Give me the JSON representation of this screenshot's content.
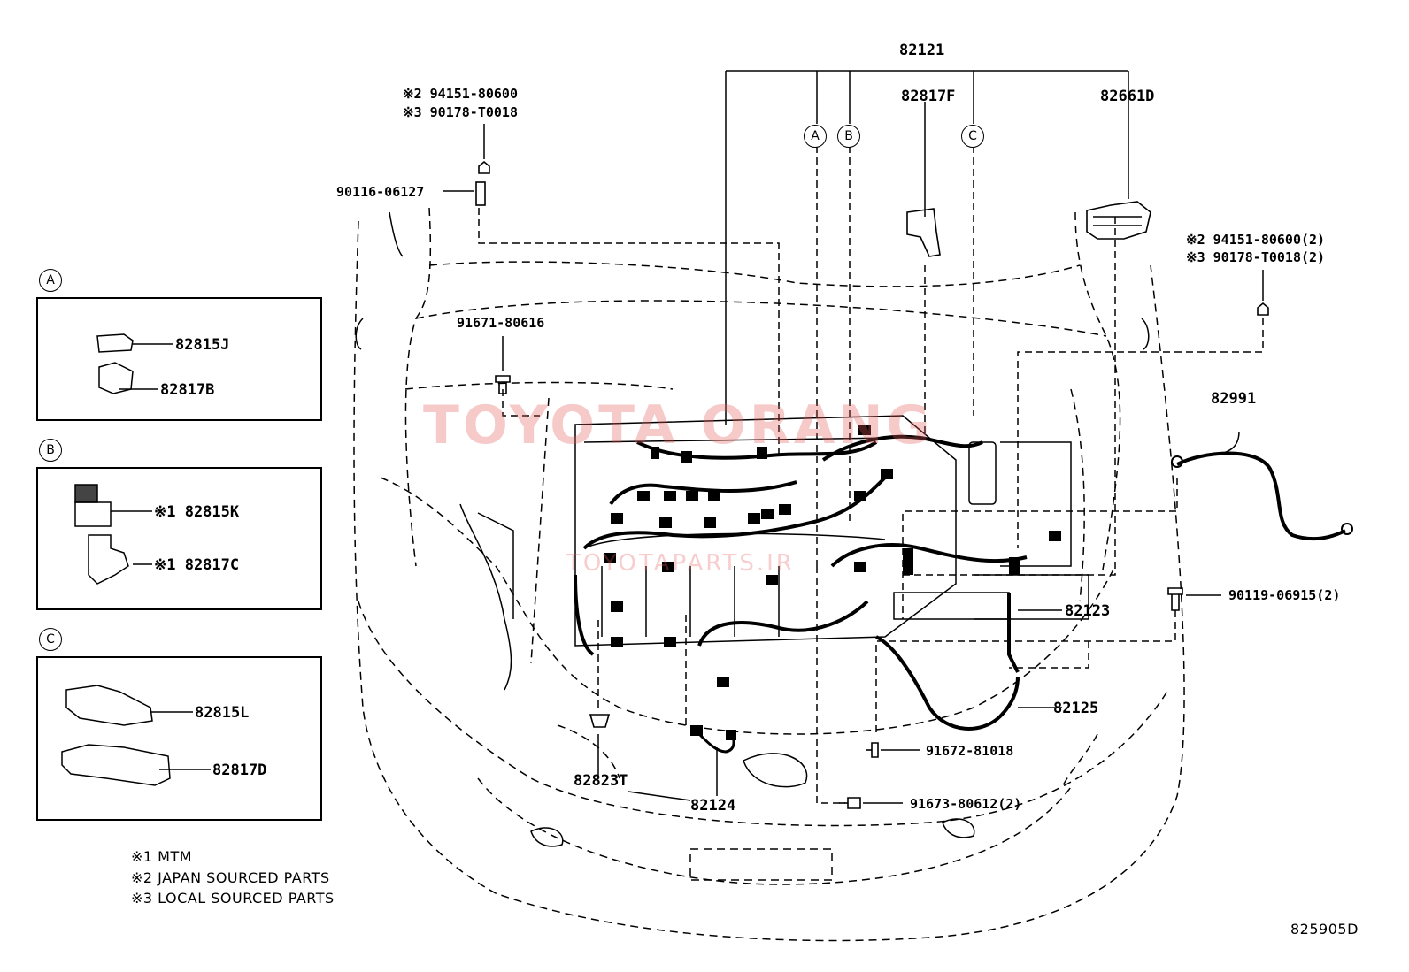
{
  "diagram": {
    "id_code": "825905D",
    "watermark": "TOYOTA ORANG",
    "watermark_sub": "TOYOTAPARTS.IR",
    "sections": [
      {
        "key": "A",
        "parts": [
          "82815J",
          "82817B"
        ]
      },
      {
        "key": "B",
        "parts": [
          "※1 82815K",
          "※1 82817C"
        ]
      },
      {
        "key": "C",
        "parts": [
          "82815L",
          "82817D"
        ]
      }
    ],
    "callouts": {
      "c82121": "82121",
      "c82817F": "82817F",
      "c82661D": "82661D",
      "nut_top_a": "※2 94151-80600",
      "nut_top_b": "※3 90178-T0018",
      "stud": "90116-06127",
      "bolt_91671": "91671-80616",
      "nut_right_a": "※2 94151-80600(2)",
      "nut_right_b": "※3 90178-T0018(2)",
      "c82991": "82991",
      "bolt_90119": "90119-06915(2)",
      "c82123": "82123",
      "c82125": "82125",
      "bolt_91672": "91672-81018",
      "bolt_91673": "91673-80612(2)",
      "c82823T": "82823T",
      "c82124": "82124",
      "ref_A": "A",
      "ref_B": "B",
      "ref_C": "C"
    },
    "notes": [
      "※1 MTM",
      "※2 JAPAN SOURCED PARTS",
      "※3 LOCAL SOURCED PARTS"
    ]
  }
}
